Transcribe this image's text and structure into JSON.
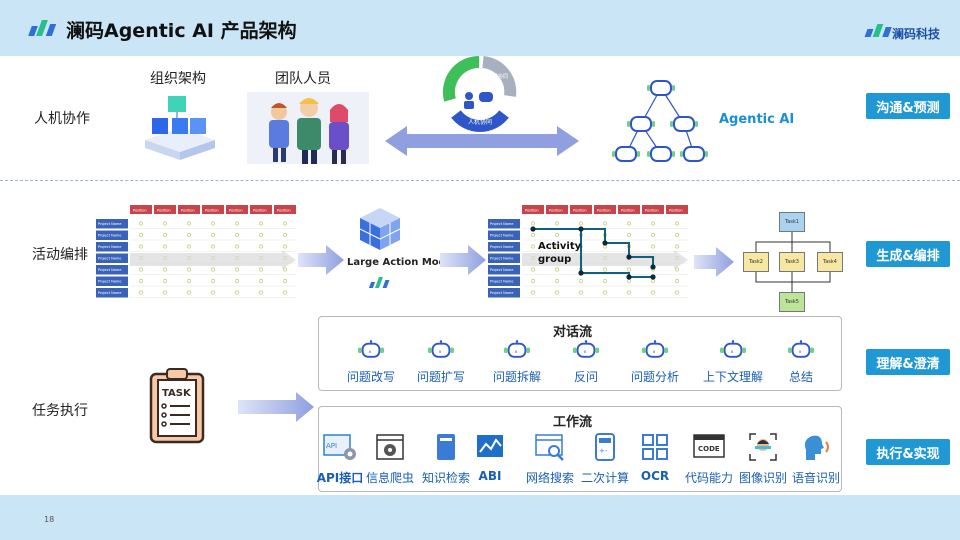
{
  "header": {
    "title": "澜码Agentic AI 产品架构",
    "brand": "澜码科技"
  },
  "footer": {
    "page_number": "18"
  },
  "rows": {
    "human_machine": "人机协作",
    "activity": "活动编排",
    "task": "任务执行"
  },
  "tags": [
    "沟通&预测",
    "生成&编排",
    "理解&澄清",
    "执行&实现"
  ],
  "human_machine": {
    "org_structure": "组织架构",
    "team_members": "团队人员",
    "cycle_label_left": "人机协同",
    "cycle_label_right": "人机协同",
    "cycle_center": "人机协同",
    "agentic_ai": "Agentic AI"
  },
  "activity": {
    "grid_header": "Position",
    "grid_row": "Project Name",
    "lam_label": "Large Action Model",
    "activity_group": "Activity group",
    "tasks": [
      "Task1",
      "Task2",
      "Task3",
      "Task4",
      "Task5"
    ]
  },
  "dialog_flow": {
    "title": "对话流",
    "items": [
      {
        "label": "问题改写",
        "bold": false
      },
      {
        "label": "问题扩写",
        "bold": false
      },
      {
        "label": "问题拆解",
        "bold": false
      },
      {
        "label": "反问",
        "bold": false
      },
      {
        "label": "问题分析",
        "bold": false
      },
      {
        "label": "上下文理解",
        "bold": false
      },
      {
        "label": "总结",
        "bold": false
      }
    ]
  },
  "work_flow": {
    "title": "工作流",
    "items": [
      {
        "label": "API接口",
        "icon": "api-icon",
        "bold": true
      },
      {
        "label": "信息爬虫",
        "icon": "crawler-icon",
        "bold": false
      },
      {
        "label": "知识检索",
        "icon": "book-icon",
        "bold": false
      },
      {
        "label": "ABI",
        "icon": "chart-icon",
        "bold": true
      },
      {
        "label": "网络搜索",
        "icon": "web-search-icon",
        "bold": false
      },
      {
        "label": "二次计算",
        "icon": "calculator-icon",
        "bold": false
      },
      {
        "label": "OCR",
        "icon": "ocr-icon",
        "bold": true
      },
      {
        "label": "代码能力",
        "icon": "code-icon",
        "bold": false
      },
      {
        "label": "图像识别",
        "icon": "face-scan-icon",
        "bold": false
      },
      {
        "label": "语音识别",
        "icon": "voice-icon",
        "bold": false
      }
    ],
    "api_icon_text": "API",
    "code_icon_text": "CODE"
  },
  "task_clipboard_text": "TASK",
  "colors": {
    "accent": "#1f98d4",
    "header_bg": "#c9e5f6",
    "grid_red": "#c9444a",
    "grid_blue": "#3a63b8",
    "arrow": "#8f9fe0"
  }
}
